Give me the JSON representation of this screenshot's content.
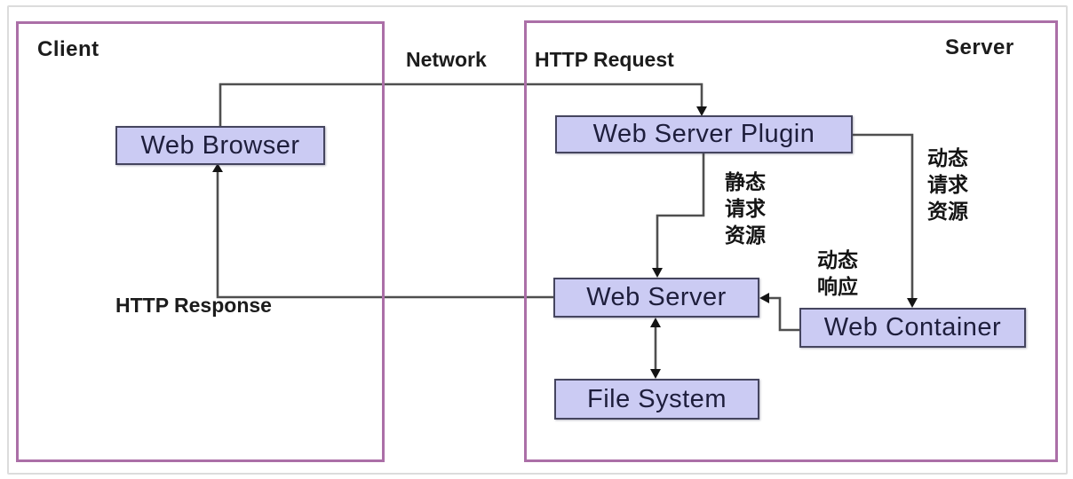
{
  "regions": {
    "client": {
      "label": "Client"
    },
    "server": {
      "label": "Server"
    }
  },
  "nodes": {
    "web_browser": {
      "label": "Web Browser"
    },
    "web_server_plugin": {
      "label": "Web Server Plugin"
    },
    "web_server": {
      "label": "Web Server"
    },
    "web_container": {
      "label": "Web Container"
    },
    "file_system": {
      "label": "File System"
    }
  },
  "edge_labels": {
    "network": "Network",
    "http_request": "HTTP Request",
    "http_response": "HTTP Response"
  },
  "annotations": {
    "static_request_resource": {
      "text": "静态请求资源",
      "lines": [
        "静态",
        "请求",
        "资源"
      ]
    },
    "dynamic_request_resource": {
      "text": "动态请求资源",
      "lines": [
        "动态",
        "请求",
        "资源"
      ]
    },
    "dynamic_response": {
      "text": "动态响应",
      "lines": [
        "动态",
        "响应"
      ]
    }
  },
  "edges": [
    {
      "from": "web_browser",
      "to": "web_server_plugin",
      "label": "HTTP Request",
      "via": "Network",
      "arrow": "to"
    },
    {
      "from": "web_server_plugin",
      "to": "web_server",
      "label": "静态请求资源",
      "arrow": "to"
    },
    {
      "from": "web_server_plugin",
      "to": "web_container",
      "label": "动态请求资源",
      "arrow": "to"
    },
    {
      "from": "web_container",
      "to": "web_server",
      "label": "动态响应",
      "arrow": "to"
    },
    {
      "from": "web_server",
      "to": "web_browser",
      "label": "HTTP Response",
      "arrow": "to"
    },
    {
      "from": "web_server",
      "to": "file_system",
      "label": "",
      "arrow": "both"
    }
  ],
  "colors": {
    "region_border": "#ab6fa7",
    "node_fill": "#cbcbf3",
    "node_border": "#45455f",
    "connector": "#4f4f4f",
    "arrowhead": "#141414",
    "frame": "#dcdcdc"
  }
}
